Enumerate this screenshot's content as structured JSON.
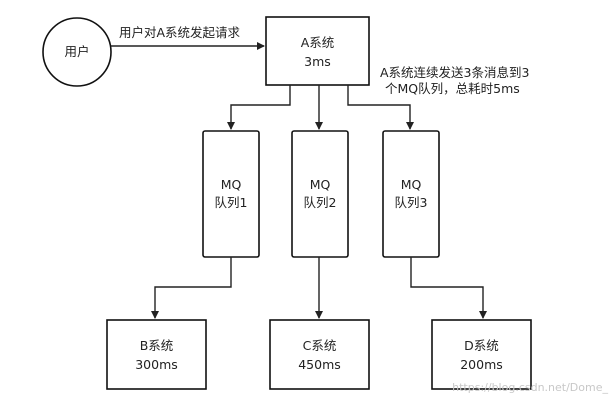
{
  "nodes": {
    "user": {
      "label": "用户"
    },
    "system_a": {
      "line1": "A系统",
      "line2": "3ms"
    },
    "mq1": {
      "line1": "MQ",
      "line2": "队列1"
    },
    "mq2": {
      "line1": "MQ",
      "line2": "队列2"
    },
    "mq3": {
      "line1": "MQ",
      "line2": "队列3"
    },
    "system_b": {
      "line1": "B系统",
      "line2": "300ms"
    },
    "system_c": {
      "line1": "C系统",
      "line2": "450ms"
    },
    "system_d": {
      "line1": "D系统",
      "line2": "200ms"
    }
  },
  "annotations": {
    "request": "用户对A系统发起请求",
    "send_line1": "A系统连续发送3条消息到3",
    "send_line2": "个MQ队列，总耗时5ms"
  },
  "watermark": "https://blog.csdn.net/Dome_"
}
